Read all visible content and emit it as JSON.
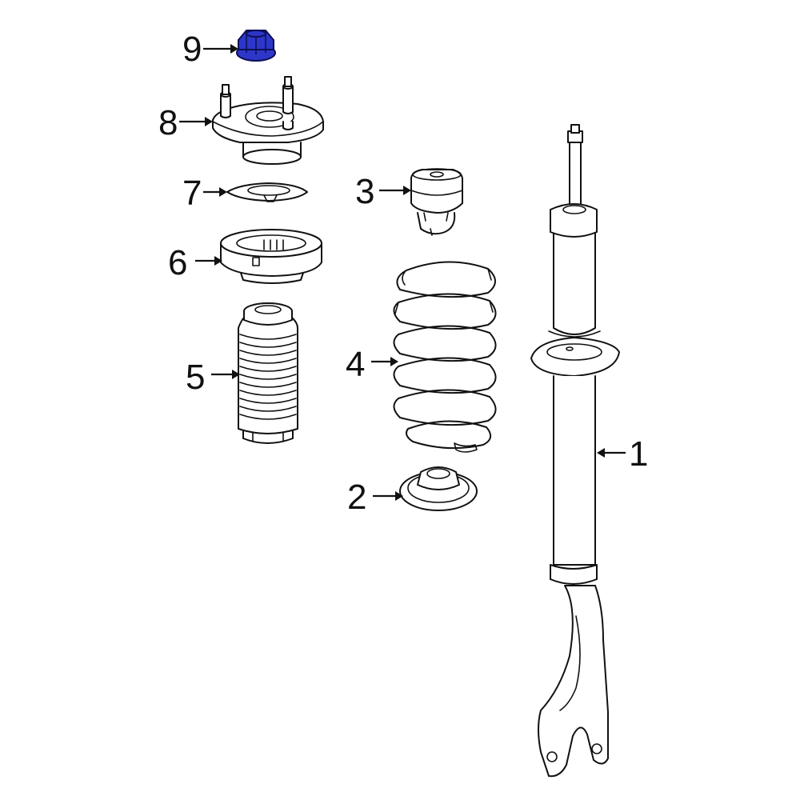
{
  "callouts": [
    {
      "id": "1",
      "label": "1"
    },
    {
      "id": "2",
      "label": "2"
    },
    {
      "id": "3",
      "label": "3"
    },
    {
      "id": "4",
      "label": "4"
    },
    {
      "id": "5",
      "label": "5"
    },
    {
      "id": "6",
      "label": "6"
    },
    {
      "id": "7",
      "label": "7"
    },
    {
      "id": "8",
      "label": "8"
    },
    {
      "id": "9",
      "label": "9"
    }
  ],
  "highlight_color": "#2d36c9",
  "highlighted_part": "9"
}
